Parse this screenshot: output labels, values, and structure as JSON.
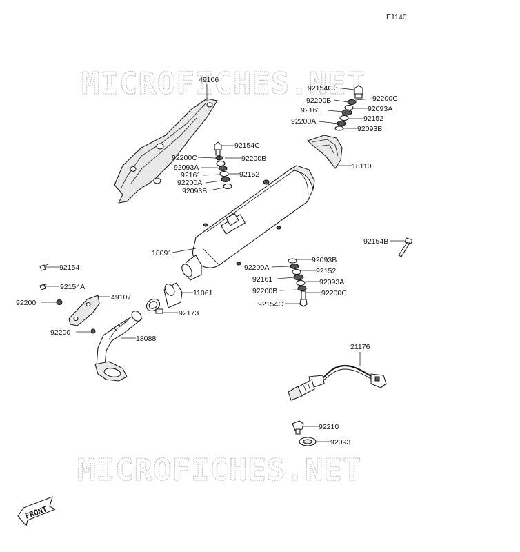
{
  "diagram_code": "E1140",
  "watermark": "MICROFICHES.NET",
  "front_label": "FRONT",
  "labels": {
    "p49106": "49106",
    "p92154C_t": "92154C",
    "p92200B_t": "92200B",
    "p92200C_t": "92200C",
    "p92161_t": "92161",
    "p92093A_t": "92093A",
    "p92152_t": "92152",
    "p92200A_t": "92200A",
    "p92093B_t": "92093B",
    "p18110": "18110",
    "p92154C_m": "92154C",
    "p92200C_m": "92200C",
    "p92200B_m": "92200B",
    "p92093A_m": "92093A",
    "p92161_m": "92161",
    "p92152_m": "92152",
    "p92200A_m": "92200A",
    "p92093B_m": "92093B",
    "p18091": "18091",
    "p92154B": "92154B",
    "p92154": "92154",
    "p92154A": "92154A",
    "p92200_a": "92200",
    "p49107": "49107",
    "p11061": "11061",
    "p92173": "92173",
    "p92200_b": "92200",
    "p18088": "18088",
    "p92093B_b": "92093B",
    "p92200A_b": "92200A",
    "p92152_b": "92152",
    "p92161_b": "92161",
    "p92093A_b": "92093A",
    "p92200B_b": "92200B",
    "p92200C_b": "92200C",
    "p92154C_b": "92154C",
    "p21176": "21176",
    "p92210": "92210",
    "p92093": "92093"
  }
}
